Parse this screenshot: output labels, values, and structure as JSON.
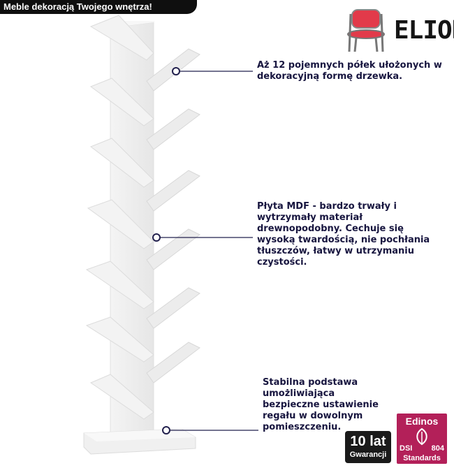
{
  "banner": {
    "text": "Meble dekoracją Twojego wnętrza!"
  },
  "brand": {
    "name": "ELIOR"
  },
  "callouts": [
    {
      "text": "Aż 12 pojemnych półek ułożonych w\ndekoracyjną formę drzewka."
    },
    {
      "text": "Płyta MDF - bardzo trwały i\nwytrzymały materiał\ndrewnopodobny. Cechuje się\nwysoką twardością, nie pochłania\ntłuszczów, łatwy w utrzymaniu\nczystości."
    },
    {
      "text": "Stabilna podstawa\numożliwiająca\nbezpieczne ustawienie\nregału w dowolnym\npomieszczeniu."
    }
  ],
  "badges": {
    "warranty_value": "10 lat",
    "warranty_label": "Gwarancji",
    "edinos_name": "Edinos",
    "edinos_left": "DSI",
    "edinos_code": "804",
    "edinos_footer": "Standards"
  },
  "colors": {
    "callout_text": "#17153f",
    "badge_edinos": "#b32059",
    "chair_seat": "#e23a4a"
  }
}
